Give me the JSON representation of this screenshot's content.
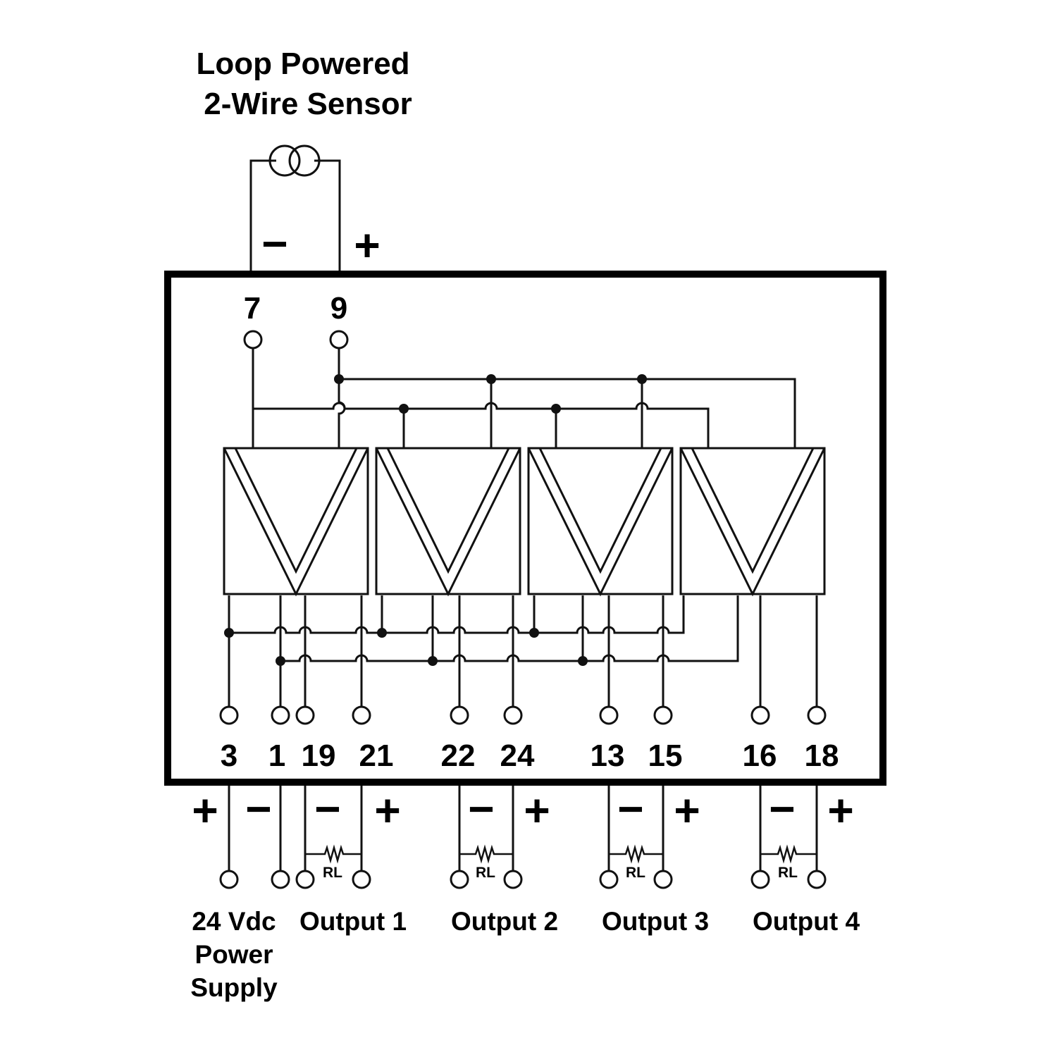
{
  "title_lines": [
    "Loop Powered",
    "2-Wire Sensor"
  ],
  "sensor_polarity": {
    "minus": "−",
    "plus": "+"
  },
  "input_terminals": [
    "7",
    "9"
  ],
  "output_terminals": [
    "3",
    "1",
    "19",
    "21",
    "22",
    "24",
    "13",
    "15",
    "16",
    "18"
  ],
  "field_terminals": [
    {
      "label_lines": [
        "24 Vdc",
        "Power",
        "Supply"
      ],
      "signs": [
        "+",
        "−"
      ]
    },
    {
      "label_lines": [
        "Output 1"
      ],
      "signs": [
        "−",
        "+"
      ],
      "load": "RL"
    },
    {
      "label_lines": [
        "Output 2"
      ],
      "signs": [
        "−",
        "+"
      ],
      "load": "RL"
    },
    {
      "label_lines": [
        "Output 3"
      ],
      "signs": [
        "−",
        "+"
      ],
      "load": "RL"
    },
    {
      "label_lines": [
        "Output 4"
      ],
      "signs": [
        "−",
        "+"
      ],
      "load": "RL"
    }
  ],
  "isolator_channels": 4,
  "icons": [
    "current-source-icon",
    "resistor-icon",
    "terminal-icon"
  ],
  "colors": {
    "line": "#111111",
    "background": "#ffffff"
  }
}
